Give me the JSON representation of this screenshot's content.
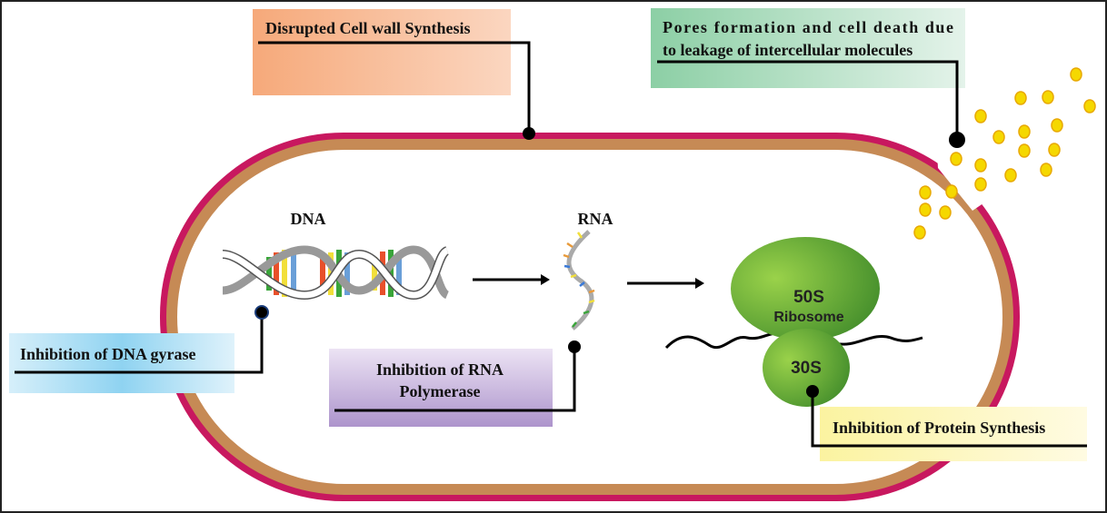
{
  "labels": {
    "cell_wall": "Disrupted Cell wall Synthesis",
    "pores_line1": "Pores formation and cell death due",
    "pores_line2": "to leakage of intercellular molecules",
    "dna": "DNA",
    "rna": "RNA",
    "dna_gyrase": "Inhibition of DNA gyrase",
    "rna_pol_line1": "Inhibition of RNA",
    "rna_pol_line2": "Polymerase",
    "ribosome_50s": "50S",
    "ribosome_label": "Ribosome",
    "ribosome_30s": "30S",
    "protein": "Inhibition of Protein Synthesis"
  },
  "colors": {
    "membrane_outer": "#c8185f",
    "membrane_inner": "#c68a55",
    "molecule": "#f5d800",
    "cell_wall_box": "#f6b48a",
    "pores_box": "#8fd0aa",
    "dna_gyrase_box": "#9fd8f0",
    "rna_pol_box": "#b69bd0",
    "protein_box": "#fbf6b0",
    "ribosome": "#6fb733"
  }
}
